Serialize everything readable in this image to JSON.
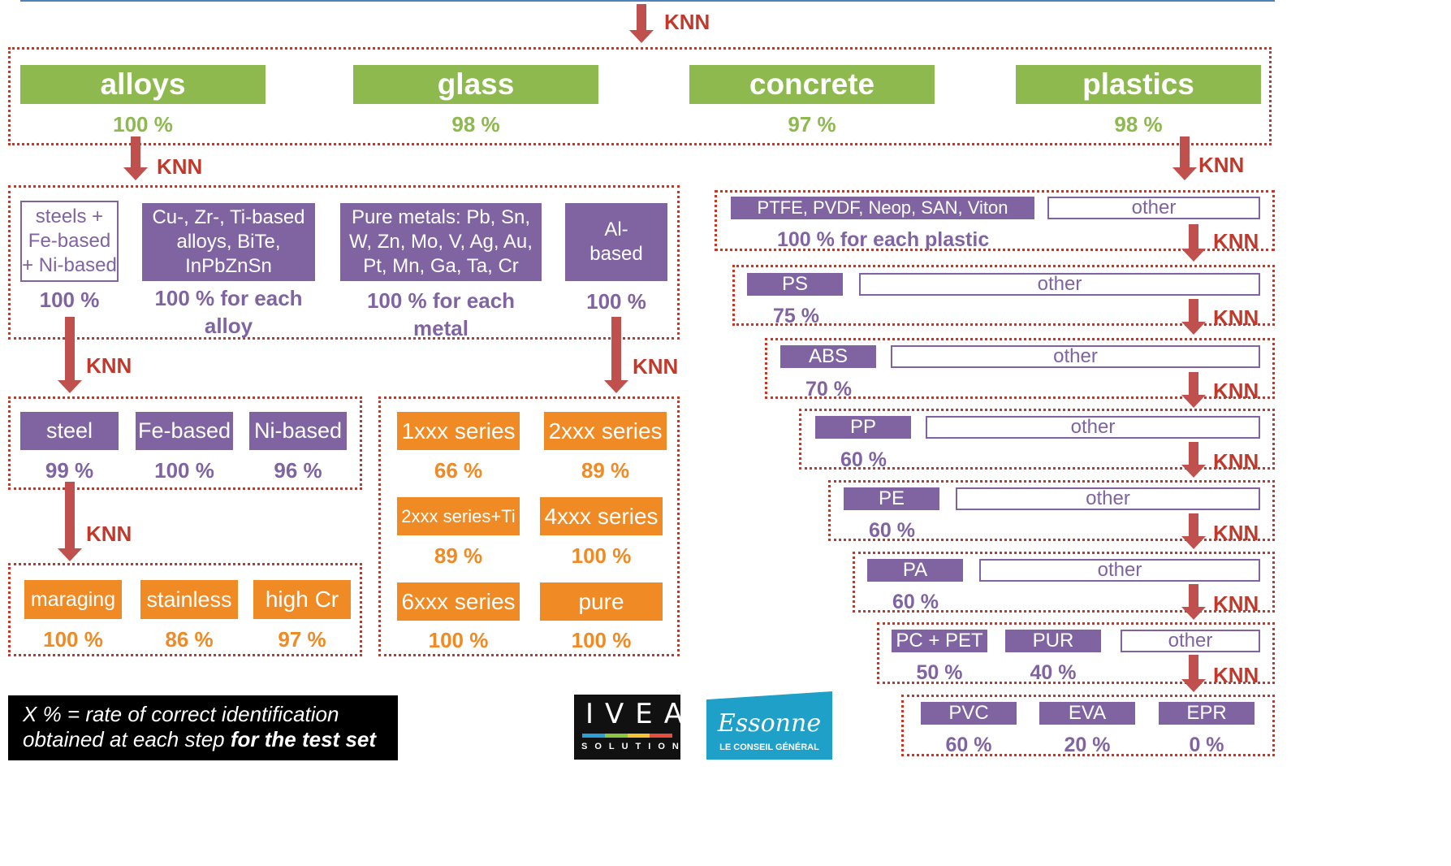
{
  "knn_label": "KNN",
  "level1": {
    "categories": [
      {
        "name": "alloys",
        "pct": "100 %"
      },
      {
        "name": "glass",
        "pct": "98 %"
      },
      {
        "name": "concrete",
        "pct": "97 %"
      },
      {
        "name": "plastics",
        "pct": "98 %"
      }
    ]
  },
  "alloys_level2": {
    "steels": {
      "label": "steels + Fe-based + Ni-based",
      "pct": "100 %"
    },
    "cu": {
      "label": "Cu-, Zr-, Ti-based alloys, BiTe, InPbZnSn",
      "pct": "100 % for each alloy"
    },
    "pure": {
      "label": "Pure metals: Pb, Sn, W, Zn, Mo, V, Ag, Au, Pt, Mn, Ga, Ta, Cr",
      "pct": "100 % for each metal"
    },
    "al": {
      "label": "Al-based",
      "pct": "100 %"
    }
  },
  "steel_level3": [
    {
      "name": "steel",
      "pct": "99 %"
    },
    {
      "name": "Fe-based",
      "pct": "100 %"
    },
    {
      "name": "Ni-based",
      "pct": "96 %"
    }
  ],
  "steel_level4": [
    {
      "name": "maraging",
      "pct": "100 %"
    },
    {
      "name": "stainless",
      "pct": "86 %"
    },
    {
      "name": "high Cr",
      "pct": "97 %"
    }
  ],
  "al_series": [
    {
      "name": "1xxx series",
      "pct": "66 %"
    },
    {
      "name": "2xxx series",
      "pct": "89 %"
    },
    {
      "name": "2xxx series+Ti",
      "pct": "89 %"
    },
    {
      "name": "4xxx series",
      "pct": "100 %"
    },
    {
      "name": "6xxx series",
      "pct": "100 %"
    },
    {
      "name": "pure",
      "pct": "100 %"
    }
  ],
  "plastics": {
    "other_label": "other",
    "steps": [
      {
        "name": "PTFE, PVDF, Neop, SAN, Viton",
        "pct": "100 % for each plastic"
      },
      {
        "name": "PS",
        "pct": "75 %"
      },
      {
        "name": "ABS",
        "pct": "70 %"
      },
      {
        "name": "PP",
        "pct": "60 %"
      },
      {
        "name": "PE",
        "pct": "60 %"
      },
      {
        "name": "PA",
        "pct": "60 %"
      }
    ],
    "step7": [
      {
        "name": "PC + PET",
        "pct": "50 %"
      },
      {
        "name": "PUR",
        "pct": "40 %"
      }
    ],
    "final": [
      {
        "name": "PVC",
        "pct": "60 %"
      },
      {
        "name": "EVA",
        "pct": "20 %"
      },
      {
        "name": "EPR",
        "pct": "0 %"
      }
    ]
  },
  "legend": {
    "line1": "X %  = rate of correct identification",
    "line2_prefix": "obtained at each step ",
    "line2_bold": "for the test set"
  },
  "logos": {
    "ivea_main": "IVEA",
    "ivea_sub": "SOLUTION",
    "essonne_main": "Essonne",
    "essonne_sub": "LE CONSEIL GÉNÉRAL"
  },
  "colors": {
    "green": "#8db94f",
    "purple": "#8064a2",
    "orange": "#f08a24",
    "red": "#c0504d",
    "blue_line": "#4f81bd"
  }
}
